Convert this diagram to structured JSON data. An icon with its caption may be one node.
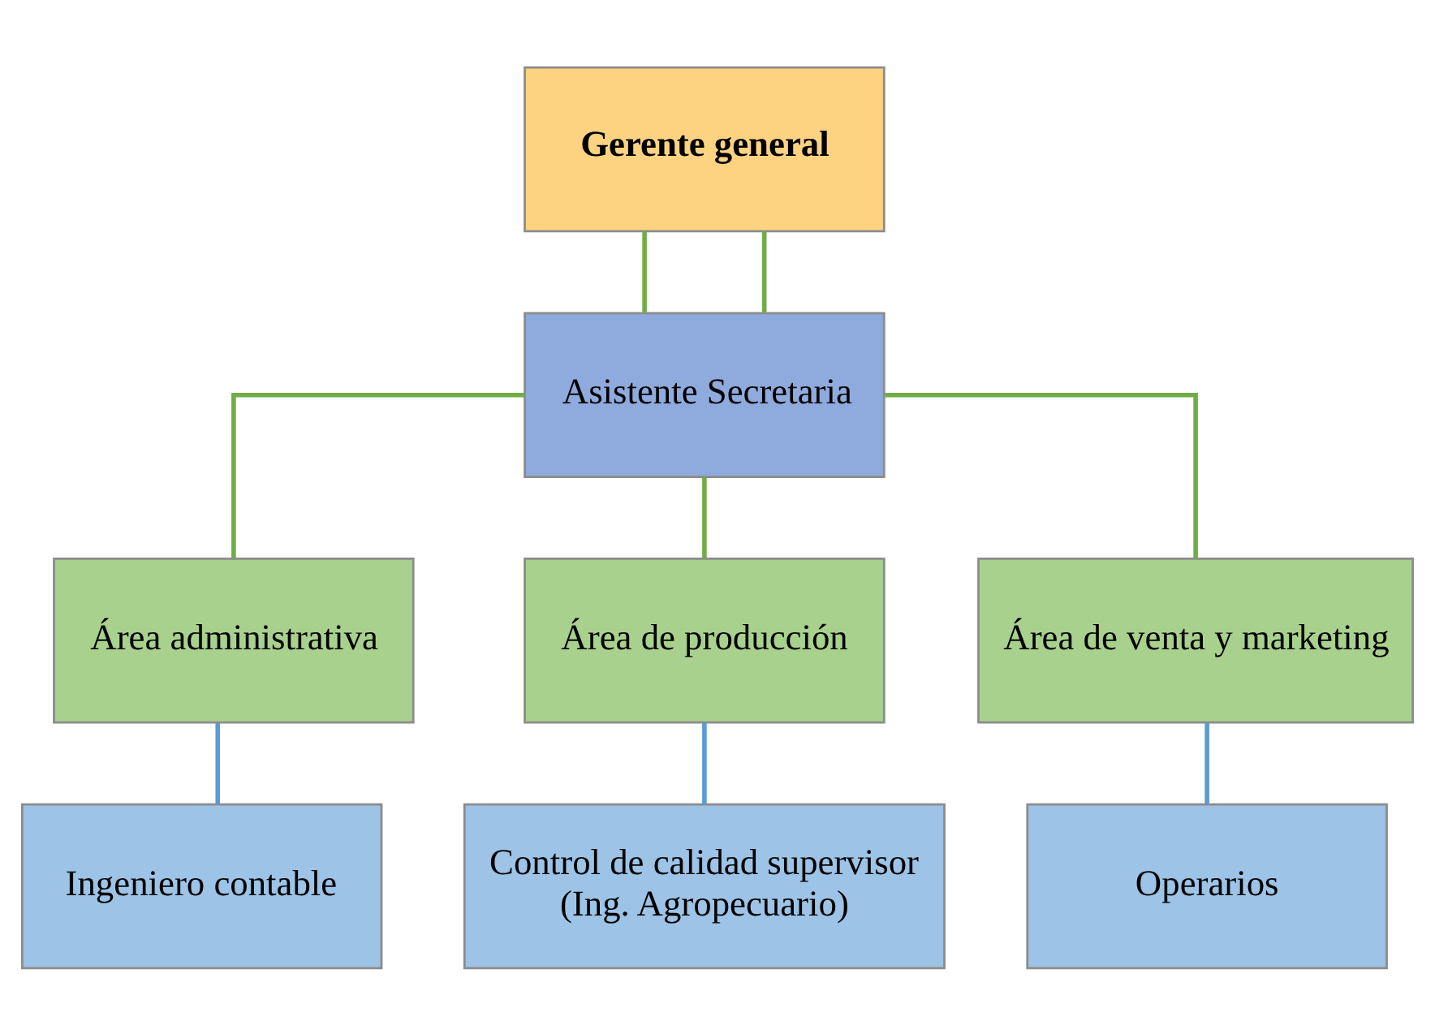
{
  "diagram": {
    "nodes": [
      {
        "text": [
          "Gerente general"
        ]
      },
      {
        "text": [
          "Asistente Secretaria"
        ]
      },
      {
        "text": [
          "Área administrativa"
        ]
      },
      {
        "text": [
          "Área de producción"
        ]
      },
      {
        "text": [
          "Área de venta y marketing"
        ]
      },
      {
        "text": [
          "Ingeniero contable"
        ]
      },
      {
        "text": [
          "Control de calidad supervisor",
          "(Ing. Agropecuario)"
        ]
      },
      {
        "text": [
          "Operarios"
        ]
      }
    ],
    "edges": [
      {
        "from": 0,
        "to": 1,
        "arrow": "none"
      },
      {
        "from": 0,
        "to": 1,
        "arrow": "none"
      },
      {
        "from": 1,
        "to": 2,
        "arrow": "none"
      },
      {
        "from": 1,
        "to": 3,
        "arrow": "none"
      },
      {
        "from": 1,
        "to": 4,
        "arrow": "none"
      },
      {
        "from": 2,
        "to": 5,
        "arrow": "none",
        "color": "#5b9bd5"
      },
      {
        "from": 3,
        "to": 6,
        "arrow": "none",
        "color": "#5b9bd5"
      },
      {
        "from": 4,
        "to": 7,
        "arrow": "none",
        "color": "#5b9bd5"
      }
    ]
  }
}
